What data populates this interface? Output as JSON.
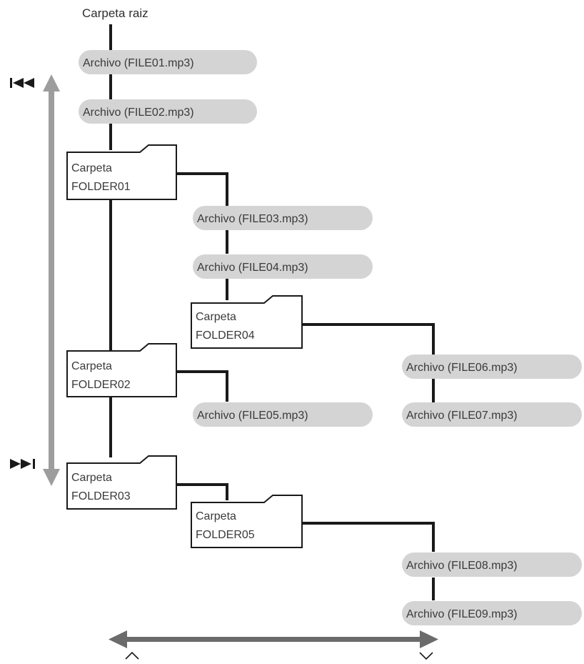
{
  "root_label": "Carpeta raiz",
  "files": {
    "file01": "Archivo (FILE01.mp3)",
    "file02": "Archivo (FILE02.mp3)",
    "file03": "Archivo (FILE03.mp3)",
    "file04": "Archivo (FILE04.mp3)",
    "file05": "Archivo (FILE05.mp3)",
    "file06": "Archivo (FILE06.mp3)",
    "file07": "Archivo (FILE07.mp3)",
    "file08": "Archivo (FILE08.mp3)",
    "file09": "Archivo (FILE09.mp3)"
  },
  "folders": {
    "folder01": {
      "line1": "Carpeta",
      "line2": "FOLDER01"
    },
    "folder02": {
      "line1": "Carpeta",
      "line2": "FOLDER02"
    },
    "folder03": {
      "line1": "Carpeta",
      "line2": "FOLDER03"
    },
    "folder04": {
      "line1": "Carpeta",
      "line2": "FOLDER04"
    },
    "folder05": {
      "line1": "Carpeta",
      "line2": "FOLDER05"
    }
  },
  "icons": {
    "prev": "skip-back-icon",
    "next": "skip-forward-icon",
    "up": "chevron-up-icon",
    "down": "chevron-down-icon"
  },
  "colors": {
    "tree_line": "#1a1a1a",
    "file_pill": "#d4d4d4",
    "arrow": "#9d9d9d",
    "h_arrow": "#6b6b6b"
  }
}
